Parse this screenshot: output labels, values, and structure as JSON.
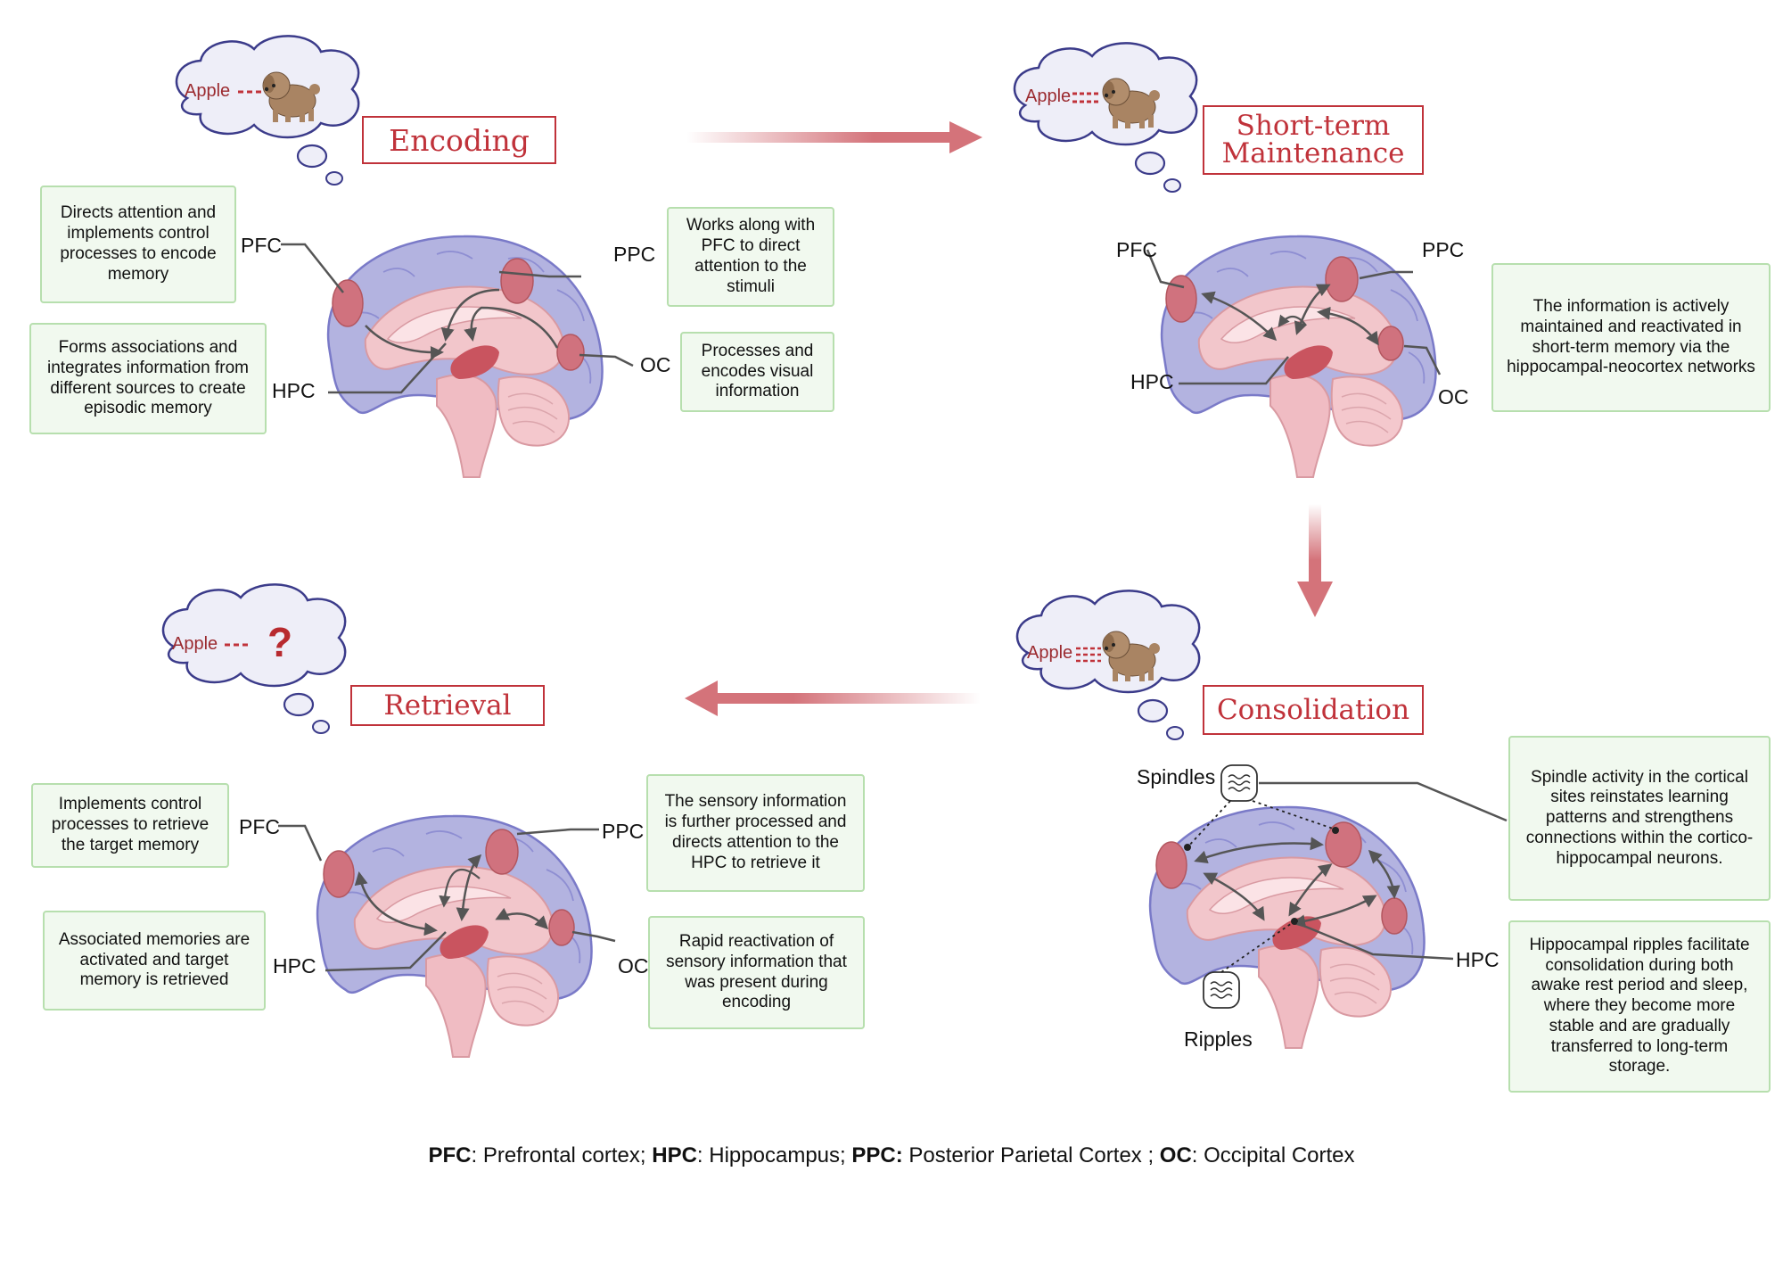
{
  "stages": {
    "encoding": {
      "title": "Encoding",
      "thought_word": "Apple",
      "labels": {
        "pfc": "PFC",
        "ppc": "PPC",
        "hpc": "HPC",
        "oc": "OC"
      },
      "notes": {
        "pfc": "Directs attention and implements control processes to encode memory",
        "hpc": "Forms associations and integrates information from different sources to create episodic memory",
        "ppc": "Works along with PFC to direct attention to the stimuli",
        "oc": "Processes and encodes visual information"
      }
    },
    "maintenance": {
      "title": "Short-term Maintenance",
      "thought_word": "Apple",
      "labels": {
        "pfc": "PFC",
        "ppc": "PPC",
        "hpc": "HPC",
        "oc": "OC"
      },
      "notes": {
        "main": "The information is actively maintained and reactivated in short-term memory via the hippocampal-neocortex networks"
      }
    },
    "consolidation": {
      "title": "Consolidation",
      "thought_word": "Apple",
      "labels": {
        "spindles": "Spindles",
        "ripples": "Ripples",
        "hpc": "HPC"
      },
      "notes": {
        "spindles": "Spindle activity in the cortical sites reinstates learning patterns and strengthens connections within the cortico-hippocampal neurons.",
        "ripples": "Hippocampal ripples facilitate consolidation during both awake rest period and sleep, where they become more stable and are gradually transferred to long-term storage."
      }
    },
    "retrieval": {
      "title": "Retrieval",
      "thought_word": "Apple",
      "thought_symbol": "?",
      "labels": {
        "pfc": "PFC",
        "ppc": "PPC",
        "hpc": "HPC",
        "oc": "OC"
      },
      "notes": {
        "pfc": "Implements control processes to retrieve the target memory",
        "hpc": "Associated memories are activated and target memory is retrieved",
        "ppc": "The sensory information is further processed and directs attention to the HPC to retrieve it",
        "oc": "Rapid reactivation of sensory information that was present during encoding"
      }
    }
  },
  "legend": [
    {
      "abbr": "PFC",
      "full": "Prefrontal cortex; "
    },
    {
      "abbr": "HPC",
      "full": "Hippocampus; "
    },
    {
      "abbr": "PPC:",
      "full": " Posterior Parietal Cortex ; "
    },
    {
      "abbr": "OC",
      "full": ": Occipital Cortex"
    }
  ],
  "colors": {
    "accent": "#c0323a",
    "arrow": "#d4737a",
    "cortex": "#b3b3e0",
    "region": "#d0727e",
    "note_bg": "#f1f9ef",
    "note_border": "#b7dfae"
  },
  "icons": [
    "thought-cloud-icon",
    "dog-icon",
    "brain-icon",
    "spindle-wave-icon",
    "ripple-wave-icon",
    "question-mark-icon"
  ]
}
